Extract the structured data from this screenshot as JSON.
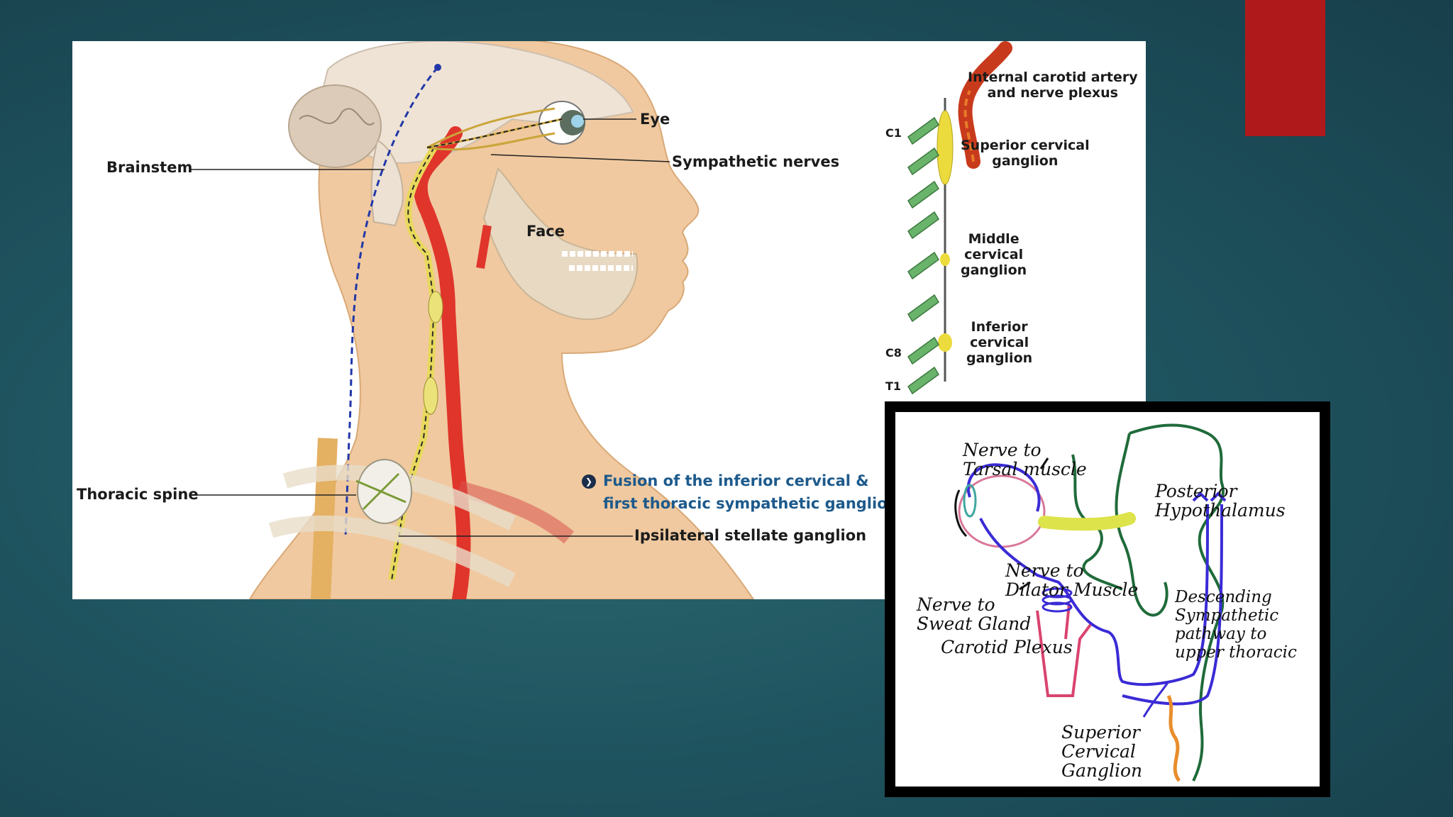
{
  "main_diagram": {
    "labels": {
      "brainstem": "Brainstem",
      "eye": "Eye",
      "sympathetic_nerves": "Sympathetic nerves",
      "face": "Face",
      "thoracic_spine": "Thoracic spine",
      "stellate": "Ipsilateral stellate ganglion",
      "fusion_line1": "Fusion of the inferior cervical &",
      "fusion_line2": "first thoracic sympathetic ganglion"
    }
  },
  "chain_diagram": {
    "labels": {
      "ica_line1": "Internal carotid artery",
      "ica_line2": "and nerve plexus",
      "sup_line1": "Superior cervical",
      "sup_line2": "ganglion",
      "mid_line1": "Middle",
      "mid_line2": "cervical",
      "mid_line3": "ganglion",
      "inf_line1": "Inferior",
      "inf_line2": "cervical",
      "inf_line3": "ganglion",
      "c1": "C1",
      "c8": "C8",
      "t1": "T1"
    }
  },
  "sketch_diagram": {
    "labels": {
      "tarsal_1": "Nerve to",
      "tarsal_2": "Tarsal muscle",
      "hypo_1": "Posterior",
      "hypo_2": "Hypothalamus",
      "dilator_1": "Nerve to",
      "dilator_2": "Dilator Muscle",
      "sweat_1": "Nerve to",
      "sweat_2": "Sweat Gland",
      "desc_1": "Descending",
      "desc_2": "Sympathetic",
      "desc_3": "pathway to",
      "desc_4": "upper thoracic",
      "carotid": "Carotid Plexus",
      "scg_1": "Superior",
      "scg_2": "Cervical",
      "scg_3": "Ganglion"
    }
  },
  "colors": {
    "background": "#1f5560",
    "accent": "#b0191b",
    "fusion_text": "#1d5a8c",
    "sketch_pathway": "#3a2bd6",
    "sketch_outline": "#1f6b3a"
  }
}
